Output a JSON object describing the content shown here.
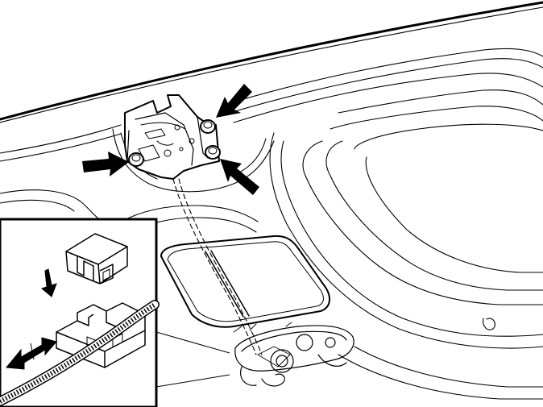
{
  "colors": {
    "background": "#ffffff",
    "line": "#000000",
    "arrow": "#000000",
    "inset_fill": "#ffffff"
  },
  "diagram": {
    "parts": [
      {
        "name": "tailgate-inner-panel",
        "icon": "panel-outline"
      },
      {
        "name": "latch-bracket",
        "icon": "bracket"
      },
      {
        "name": "bracket-bolt-upper-right",
        "icon": "bolt-icon"
      },
      {
        "name": "bracket-bolt-lower-right",
        "icon": "bolt-icon"
      },
      {
        "name": "bracket-bolt-left",
        "icon": "bolt-icon"
      },
      {
        "name": "release-cable",
        "icon": "cable"
      },
      {
        "name": "window-opening",
        "icon": "window"
      },
      {
        "name": "lock-mechanism",
        "icon": "lock"
      },
      {
        "name": "cable-clip",
        "icon": "clip"
      }
    ],
    "callout_arrows": [
      {
        "name": "arrow-upper-right-bolt",
        "icon": "filled-arrow-icon"
      },
      {
        "name": "arrow-lower-right-bolt",
        "icon": "filled-arrow-icon"
      },
      {
        "name": "arrow-left-bolt",
        "icon": "filled-arrow-icon"
      }
    ],
    "inset": {
      "name": "cable-clip-detail",
      "arrows": [
        {
          "name": "press-down-arrow",
          "icon": "down-arrow-icon"
        },
        {
          "name": "slide-left-arrow",
          "icon": "double-arrow-icon"
        }
      ]
    }
  }
}
